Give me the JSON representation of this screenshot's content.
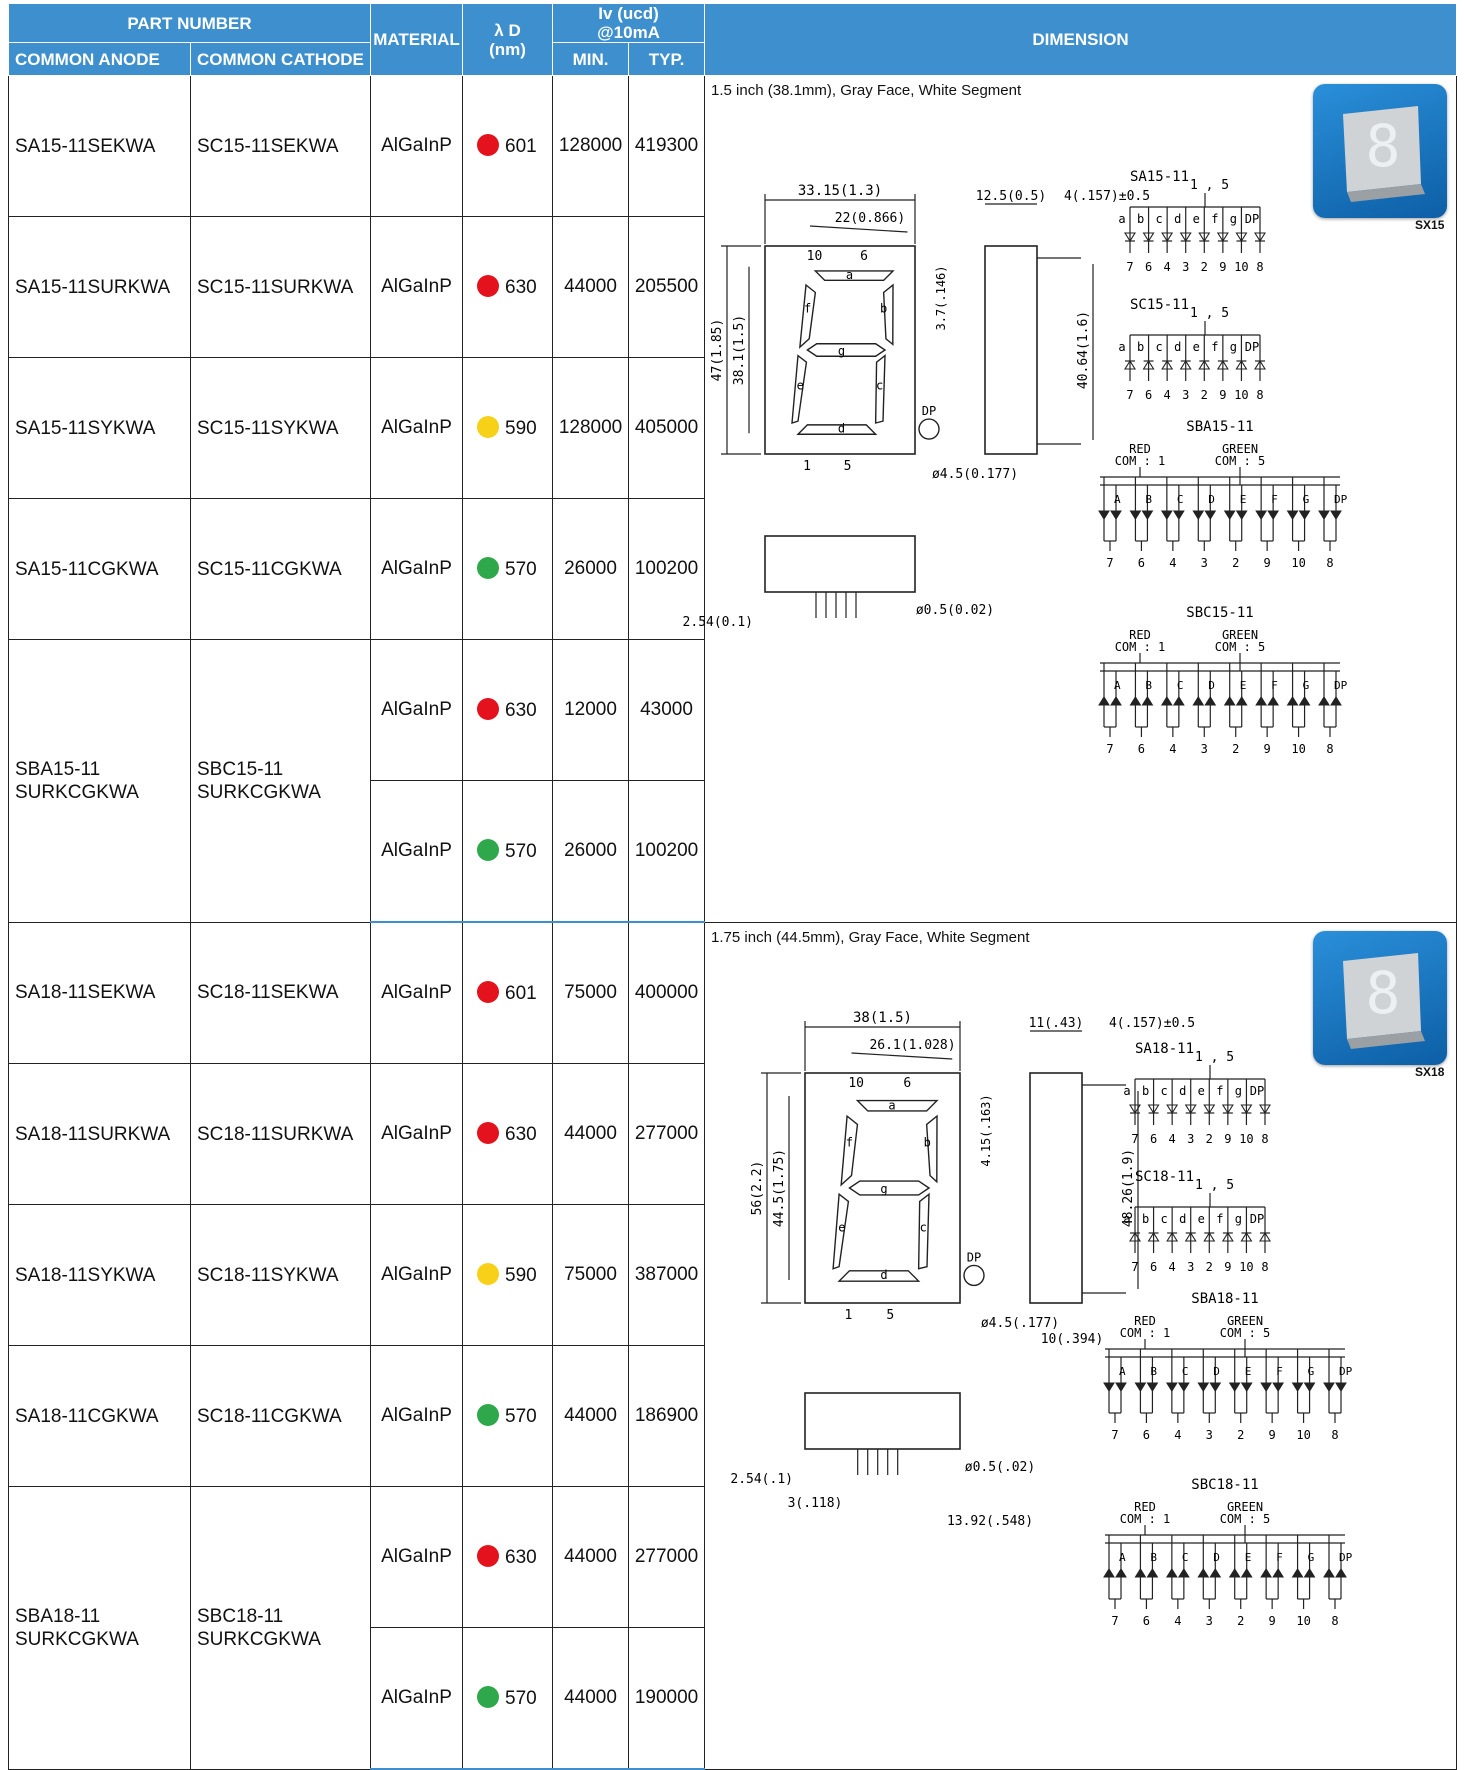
{
  "header": {
    "part_number": "PART NUMBER",
    "common_anode": "COMMON ANODE",
    "common_cathode": "COMMON CATHODE",
    "material": "MATERIAL",
    "wavelength_l1": "λ D",
    "wavelength_l2": "(nm)",
    "intensity_l1": "Iv (ucd)",
    "intensity_l2": "@10mA",
    "min": "MIN.",
    "typ": "TYP.",
    "dimension": "DIMENSION"
  },
  "groups": [
    {
      "title": "1.5 inch (38.1mm), Gray Face, White Segment",
      "badge": "SX15",
      "rows": [
        {
          "anode": "SA15-11SEKWA",
          "cathode": "SC15-11SEKWA",
          "material": "AlGaInP",
          "color": "#e3121c",
          "wl": "601",
          "min": "128000",
          "typ": "419300"
        },
        {
          "anode": "SA15-11SURKWA",
          "cathode": "SC15-11SURKWA",
          "material": "AlGaInP",
          "color": "#e3121c",
          "wl": "630",
          "min": "44000",
          "typ": "205500"
        },
        {
          "anode": "SA15-11SYKWA",
          "cathode": "SC15-11SYKWA",
          "material": "AlGaInP",
          "color": "#f7d117",
          "wl": "590",
          "min": "128000",
          "typ": "405000"
        },
        {
          "anode": "SA15-11CGKWA",
          "cathode": "SC15-11CGKWA",
          "material": "AlGaInP",
          "color": "#2ea84a",
          "wl": "570",
          "min": "26000",
          "typ": "100200"
        }
      ],
      "bicolor": {
        "anode_l1": "SBA15-11",
        "anode_l2": "SURKCGKWA",
        "cathode_l1": "SBC15-11",
        "cathode_l2": "SURKCGKWA",
        "rows": [
          {
            "material": "AlGaInP",
            "color": "#e3121c",
            "wl": "630",
            "min": "12000",
            "typ": "43000"
          },
          {
            "material": "AlGaInP",
            "color": "#2ea84a",
            "wl": "570",
            "min": "26000",
            "typ": "100200"
          }
        ]
      },
      "drawing": {
        "width": "33.15(1.3)",
        "diag": "22(0.866)",
        "side_w": "12.5(0.5)",
        "pin_len": "4(.157)±0.5",
        "h_total": "47(1.85)",
        "h_digit": "38.1(1.5)",
        "seg_w": "3.7(.146)",
        "side_h": "40.64(1.6)",
        "dp_dia": "ø4.5(0.177)",
        "pin_pitch": "2.54(0.1)",
        "pin_dia": "ø0.5(0.02)",
        "pin_top_l": "10",
        "pin_top_r": "6",
        "pin_bot_l": "1",
        "pin_bot_r": "5",
        "dp": "DP",
        "sch_a": "SA15-11",
        "sch_c": "SC15-11",
        "sch_ba": "SBA15-11",
        "sch_bc": "SBC15-11"
      }
    },
    {
      "title": "1.75 inch (44.5mm), Gray Face, White Segment",
      "badge": "SX18",
      "rows": [
        {
          "anode": "SA18-11SEKWA",
          "cathode": "SC18-11SEKWA",
          "material": "AlGaInP",
          "color": "#e3121c",
          "wl": "601",
          "min": "75000",
          "typ": "400000"
        },
        {
          "anode": "SA18-11SURKWA",
          "cathode": "SC18-11SURKWA",
          "material": "AlGaInP",
          "color": "#e3121c",
          "wl": "630",
          "min": "44000",
          "typ": "277000"
        },
        {
          "anode": "SA18-11SYKWA",
          "cathode": "SC18-11SYKWA",
          "material": "AlGaInP",
          "color": "#f7d117",
          "wl": "590",
          "min": "75000",
          "typ": "387000"
        },
        {
          "anode": "SA18-11CGKWA",
          "cathode": "SC18-11CGKWA",
          "material": "AlGaInP",
          "color": "#2ea84a",
          "wl": "570",
          "min": "44000",
          "typ": "186900"
        }
      ],
      "bicolor": {
        "anode_l1": "SBA18-11",
        "anode_l2": "SURKCGKWA",
        "cathode_l1": "SBC18-11",
        "cathode_l2": "SURKCGKWA",
        "rows": [
          {
            "material": "AlGaInP",
            "color": "#e3121c",
            "wl": "630",
            "min": "44000",
            "typ": "277000"
          },
          {
            "material": "AlGaInP",
            "color": "#2ea84a",
            "wl": "570",
            "min": "44000",
            "typ": "190000"
          }
        ]
      },
      "drawing": {
        "width": "38(1.5)",
        "diag": "26.1(1.028)",
        "side_w": "11(.43)",
        "pin_len": "4(.157)±0.5",
        "h_total": "56(2.2)",
        "h_digit": "44.5(1.75)",
        "seg_w": "4.15(.163)",
        "side_h": "48.26(1.9)",
        "dp_dia": "ø4.5(.177)",
        "pin_pitch": "2.54(.1)",
        "pin_dia": "ø0.5(.02)",
        "pin_top_l": "10",
        "pin_top_r": "6",
        "pin_bot_l": "1",
        "pin_bot_r": "5",
        "dp": "DP",
        "depth": "10(.394)",
        "pin_off": "3(.118)",
        "pin_span": "13.92(.548)",
        "sch_a": "SA18-11",
        "sch_c": "SC18-11",
        "sch_ba": "SBA18-11",
        "sch_bc": "SBC18-11"
      }
    }
  ],
  "schematic": {
    "pins_single": [
      "7",
      "6",
      "4",
      "3",
      "2",
      "9",
      "10",
      "8"
    ],
    "segs_single": [
      "a",
      "b",
      "c",
      "d",
      "e",
      "f",
      "g",
      "DP"
    ],
    "pins_bi": [
      "7",
      "6",
      "4",
      "3",
      "2",
      "9",
      "10",
      "8"
    ],
    "segs_bi": [
      "A",
      "B",
      "C",
      "D",
      "E",
      "F",
      "G",
      "DP"
    ],
    "com_pins": "1 , 5",
    "red": "RED",
    "green": "GREEN",
    "red_com": "COM : 1",
    "green_com": "COM : 5"
  },
  "colors": {
    "header": "#3d8fce",
    "red": "#e3121c",
    "yellow": "#f7d117",
    "green": "#2ea84a"
  }
}
